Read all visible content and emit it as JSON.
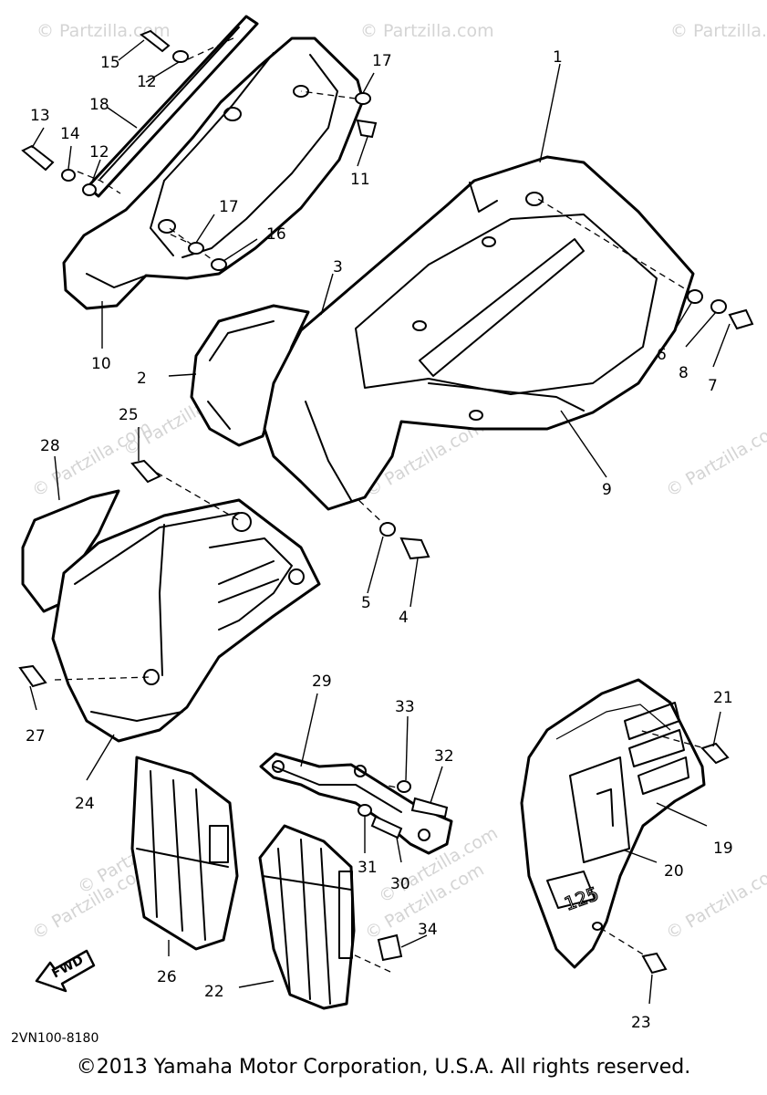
{
  "watermarks": [
    "© Partzilla.com",
    "© Partzilla.com",
    "© Partzilla.com",
    "© Partzilla.com",
    "© Partzilla.com",
    "© Partzilla.com",
    "© Partzilla.com",
    "© Partzilla.com",
    "© Partzilla.com",
    "© Partzilla.com",
    "© Partzilla.com",
    "© Partzilla.com"
  ],
  "callouts": {
    "c1": "1",
    "c2": "2",
    "c3": "3",
    "c4": "4",
    "c5": "5",
    "c6": "6",
    "c7": "7",
    "c8": "8",
    "c9": "9",
    "c10": "10",
    "c11": "11",
    "c12a": "12",
    "c12b": "12",
    "c13": "13",
    "c14": "14",
    "c15": "15",
    "c16": "16",
    "c17a": "17",
    "c17b": "17",
    "c18": "18",
    "c19": "19",
    "c20": "20",
    "c21": "21",
    "c22": "22",
    "c23": "23",
    "c24": "24",
    "c25": "25",
    "c26": "26",
    "c27": "27",
    "c28": "28",
    "c29": "29",
    "c30": "30",
    "c31": "31",
    "c32": "32",
    "c33": "33",
    "c34": "34"
  },
  "fwd_label": "FWD",
  "decal_text": "125",
  "diagram_code": "2VN100-8180",
  "copyright": "©2013 Yamaha Motor Corporation, U.S.A. All rights reserved."
}
